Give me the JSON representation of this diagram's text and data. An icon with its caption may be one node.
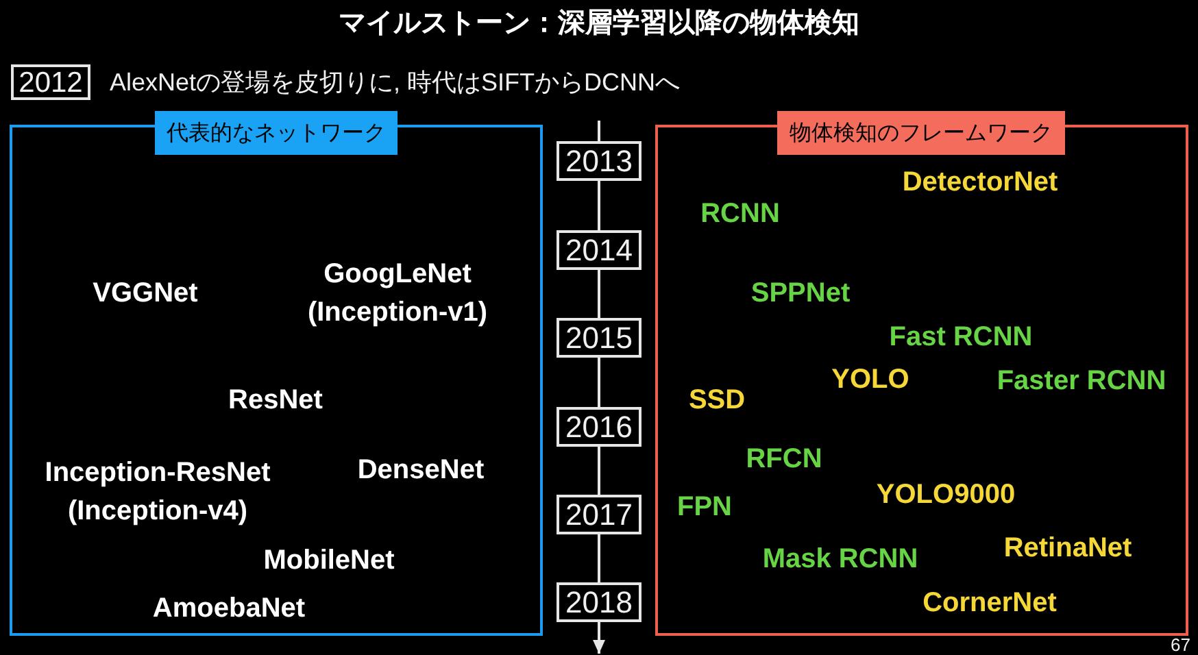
{
  "diagram": {
    "title": "マイルストーン：深層学習以降の物体検知",
    "nodes": [
      {
        "text": [
          "2012"
        ],
        "beside": [
          "AlexNetの登場を皮切りに, 時代はSIFTからDCNNへ"
        ]
      },
      {
        "text": [
          "代表的なネットワーク",
          "VGGNet",
          "GoogLeNet (Inception-v1)",
          "ResNet",
          "Inception-ResNet (Inception-v4)",
          "DenseNet",
          "MobileNet",
          "AmoebaNet"
        ]
      },
      {
        "text": [
          "2013"
        ]
      },
      {
        "text": [
          "2014"
        ]
      },
      {
        "text": [
          "2015"
        ]
      },
      {
        "text": [
          "2016"
        ]
      },
      {
        "text": [
          "2017"
        ]
      },
      {
        "text": [
          "2018"
        ]
      },
      {
        "text": [
          "物体検知のフレームワーク",
          "DetectorNet",
          "RCNN",
          "SPPNet",
          "Fast RCNN",
          "YOLO",
          "Faster RCNN",
          "SSD",
          "RFCN",
          "YOLO9000",
          "FPN",
          "RetinaNet",
          "Mask RCNN",
          "CornerNet"
        ]
      }
    ],
    "edges": [
      {
        "from": null,
        "to": 2,
        "arrow": "none"
      },
      {
        "from": 2,
        "to": 3,
        "arrow": "none"
      },
      {
        "from": 3,
        "to": 4,
        "arrow": "none"
      },
      {
        "from": 4,
        "to": 5,
        "arrow": "none"
      },
      {
        "from": 5,
        "to": 6,
        "arrow": "none"
      },
      {
        "from": 6,
        "to": 7,
        "arrow": "none"
      },
      {
        "from": 7,
        "to": null,
        "arrow": "to"
      }
    ],
    "labels": [
      "67"
    ]
  }
}
